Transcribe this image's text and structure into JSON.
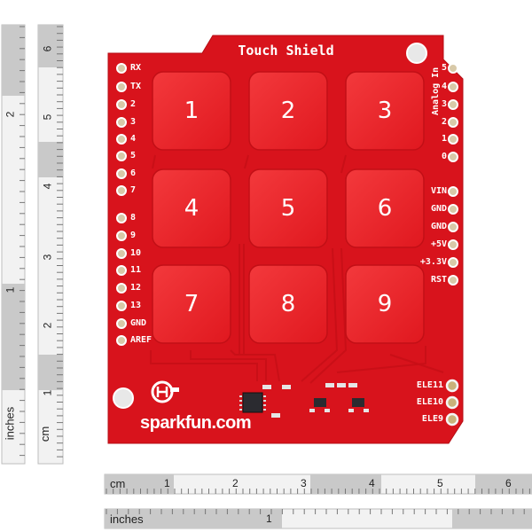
{
  "board": {
    "title": "Touch Shield",
    "brand": "sparkfun.com",
    "analog_label": "Analog In",
    "pads": [
      "1",
      "2",
      "3",
      "4",
      "5",
      "6",
      "7",
      "8",
      "9"
    ],
    "left_pins": [
      "RX",
      "TX",
      "2",
      "3",
      "4",
      "5",
      "6",
      "7",
      "8",
      "9",
      "10",
      "11",
      "12",
      "13",
      "GND",
      "AREF"
    ],
    "right_analog_pins": [
      "5",
      "4",
      "3",
      "2",
      "1",
      "0"
    ],
    "right_power_pins": [
      "VIN",
      "GND",
      "GND",
      "+5V",
      "+3.3V",
      "RST"
    ],
    "electrode_pins": [
      "ELE11",
      "ELE10",
      "ELE9"
    ],
    "colors": {
      "board": "#d8131c",
      "pad": "#ef2b2f",
      "silkscreen": "#ffffff"
    }
  },
  "ruler_horizontal": {
    "unit_cm": "cm",
    "unit_inches": "inches",
    "cm_marks": [
      "1",
      "2",
      "3",
      "4",
      "5",
      "6"
    ],
    "inch_marks": [
      "1"
    ]
  },
  "ruler_vertical": {
    "unit_cm": "cm",
    "unit_inches": "inches",
    "cm_marks": [
      "1",
      "2",
      "3",
      "4",
      "5",
      "6"
    ],
    "inch_marks": [
      "1",
      "2"
    ]
  }
}
